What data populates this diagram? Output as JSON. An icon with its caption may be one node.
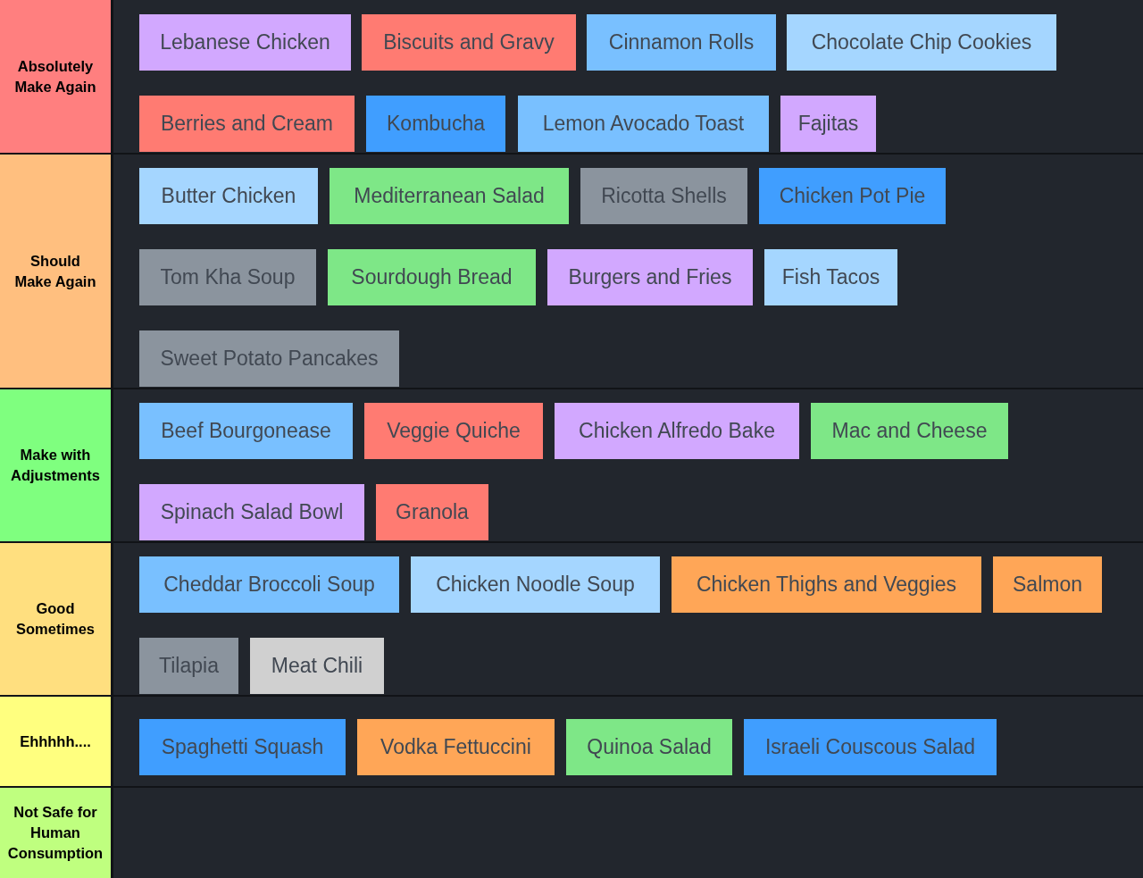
{
  "diagram": {
    "nodes": [
      {
        "text": [
          "Absolutely Make Again"
        ]
      },
      {
        "text": [
          "Lebanese Chicken"
        ],
        "in": 0
      },
      {
        "text": [
          "Biscuits and Gravy"
        ],
        "in": 0
      },
      {
        "text": [
          "Cinnamon Rolls"
        ],
        "in": 0
      },
      {
        "text": [
          "Chocolate Chip Cookies"
        ],
        "in": 0
      },
      {
        "text": [
          "Berries and Cream"
        ],
        "in": 0
      },
      {
        "text": [
          "Kombucha"
        ],
        "in": 0
      },
      {
        "text": [
          "Lemon Avocado Toast"
        ],
        "in": 0
      },
      {
        "text": [
          "Fajitas"
        ],
        "in": 0
      },
      {
        "text": [
          "Should Make Again"
        ]
      },
      {
        "text": [
          "Butter Chicken"
        ],
        "in": 9
      },
      {
        "text": [
          "Mediterranean Salad"
        ],
        "in": 9
      },
      {
        "text": [
          "Ricotta Shells"
        ],
        "in": 9
      },
      {
        "text": [
          "Chicken Pot Pie"
        ],
        "in": 9
      },
      {
        "text": [
          "Tom Kha Soup"
        ],
        "in": 9
      },
      {
        "text": [
          "Sourdough Bread"
        ],
        "in": 9
      },
      {
        "text": [
          "Burgers and Fries"
        ],
        "in": 9
      },
      {
        "text": [
          "Fish Tacos"
        ],
        "in": 9
      },
      {
        "text": [
          "Sweet Potato Pancakes"
        ],
        "in": 9
      },
      {
        "text": [
          "Make with Adjustments"
        ]
      },
      {
        "text": [
          "Beef Bourgonease"
        ],
        "in": 19
      },
      {
        "text": [
          "Veggie Quiche"
        ],
        "in": 19
      },
      {
        "text": [
          "Chicken Alfredo Bake"
        ],
        "in": 19
      },
      {
        "text": [
          "Mac and Cheese"
        ],
        "in": 19
      },
      {
        "text": [
          "Spinach Salad Bowl"
        ],
        "in": 19
      },
      {
        "text": [
          "Granola"
        ],
        "in": 19
      },
      {
        "text": [
          "Good Sometimes"
        ]
      },
      {
        "text": [
          "Cheddar Broccoli Soup"
        ],
        "in": 26
      },
      {
        "text": [
          "Chicken Noodle Soup"
        ],
        "in": 26
      },
      {
        "text": [
          "Chicken Thighs and Veggies"
        ],
        "in": 26
      },
      {
        "text": [
          "Salmon"
        ],
        "in": 26
      },
      {
        "text": [
          "Tilapia"
        ],
        "in": 26
      },
      {
        "text": [
          "Meat Chili"
        ],
        "in": 26
      },
      {
        "text": [
          "Ehhhhh...."
        ]
      },
      {
        "text": [
          "Spaghetti Squash"
        ],
        "in": 33
      },
      {
        "text": [
          "Vodka Fettuccini"
        ],
        "in": 33
      },
      {
        "text": [
          "Quinoa Salad"
        ],
        "in": 33
      },
      {
        "text": [
          "Israeli Couscous Salad"
        ],
        "in": 33
      },
      {
        "text": [
          "Not Safe for Human Consumption"
        ]
      }
    ]
  }
}
